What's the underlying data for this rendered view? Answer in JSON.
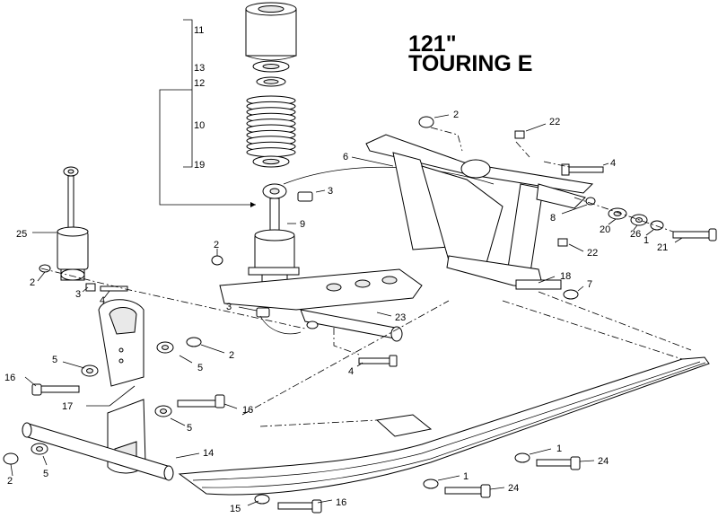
{
  "title": {
    "line1": "121\"",
    "line2": "TOURING E"
  },
  "callouts": [
    {
      "id": "c11a",
      "text": "11"
    },
    {
      "id": "c13",
      "text": "13"
    },
    {
      "id": "c12",
      "text": "12"
    },
    {
      "id": "c10",
      "text": "10"
    },
    {
      "id": "c19",
      "text": "19"
    },
    {
      "id": "c25",
      "text": "25"
    },
    {
      "id": "c2a",
      "text": "2"
    },
    {
      "id": "c3a",
      "text": "3"
    },
    {
      "id": "c4a",
      "text": "4"
    },
    {
      "id": "c2b",
      "text": "2"
    },
    {
      "id": "c9",
      "text": "9"
    },
    {
      "id": "c3b",
      "text": "3"
    },
    {
      "id": "c6",
      "text": "6"
    },
    {
      "id": "c2c",
      "text": "2"
    },
    {
      "id": "c22a",
      "text": "22"
    },
    {
      "id": "c4b",
      "text": "4"
    },
    {
      "id": "c8",
      "text": "8"
    },
    {
      "id": "c20",
      "text": "20"
    },
    {
      "id": "c26",
      "text": "26"
    },
    {
      "id": "c1a",
      "text": "1"
    },
    {
      "id": "c21",
      "text": "21"
    },
    {
      "id": "c22b",
      "text": "22"
    },
    {
      "id": "c18",
      "text": "18"
    },
    {
      "id": "c7",
      "text": "7"
    },
    {
      "id": "c3c",
      "text": "3"
    },
    {
      "id": "c23",
      "text": "23"
    },
    {
      "id": "c4c",
      "text": "4"
    },
    {
      "id": "c5a",
      "text": "5"
    },
    {
      "id": "c2d",
      "text": "2"
    },
    {
      "id": "c5b",
      "text": "5"
    },
    {
      "id": "c16a",
      "text": "16"
    },
    {
      "id": "c17",
      "text": "17"
    },
    {
      "id": "c16b",
      "text": "16"
    },
    {
      "id": "c5c",
      "text": "5"
    },
    {
      "id": "c14",
      "text": "14"
    },
    {
      "id": "c2e",
      "text": "2"
    },
    {
      "id": "c5d",
      "text": "5"
    },
    {
      "id": "c1b",
      "text": "1"
    },
    {
      "id": "c24a",
      "text": "24"
    },
    {
      "id": "c1c",
      "text": "1"
    },
    {
      "id": "c24b",
      "text": "24"
    },
    {
      "id": "c15",
      "text": "15"
    },
    {
      "id": "c16c",
      "text": "16"
    }
  ]
}
